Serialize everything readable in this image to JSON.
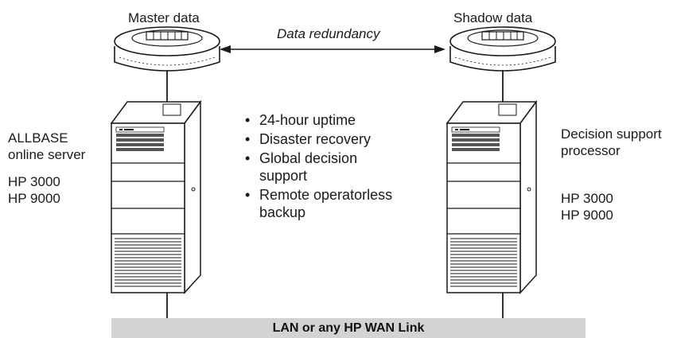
{
  "labels": {
    "master_data": "Master data",
    "shadow_data": "Shadow data",
    "data_redundancy": "Data redundancy",
    "left_server_line1": "ALLBASE",
    "left_server_line2": "online server",
    "left_models_1": "HP 3000",
    "left_models_2": "HP 9000",
    "right_server_line1": "Decision support",
    "right_server_line2": "processor",
    "right_models_1": "HP 3000",
    "right_models_2": "HP 9000"
  },
  "bullets": [
    {
      "lines": [
        "24-hour uptime"
      ]
    },
    {
      "lines": [
        "Disaster recovery"
      ]
    },
    {
      "lines": [
        "Global decision",
        "support"
      ]
    },
    {
      "lines": [
        "Remote operatorless",
        "backup"
      ]
    }
  ],
  "lan": {
    "label": "LAN or any HP WAN Link",
    "fill": "#d3d3d3"
  },
  "colors": {
    "ink": "#1a1a1a",
    "background": "#ffffff"
  }
}
